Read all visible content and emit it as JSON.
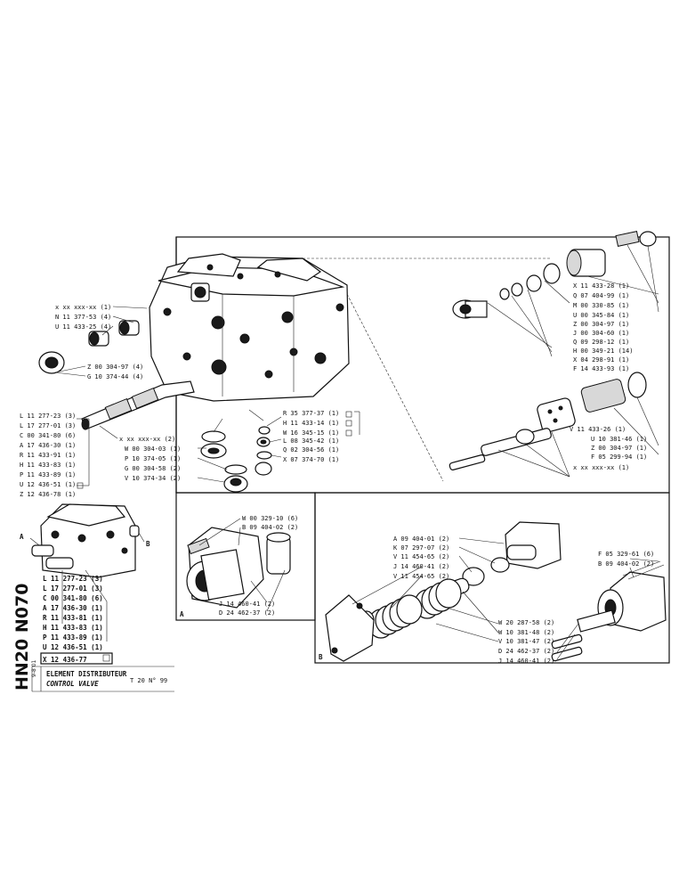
{
  "main_block_labels": [
    "x xx xxx-xx (1)",
    "N 11 377-53 (4)",
    "U 11 433-25 (4)",
    "Z 00 304-97 (4)",
    "G 10 374-44 (4)"
  ],
  "top_right_labels": [
    "X 11 433-28 (1)",
    "Q 07 404-99 (1)",
    "M 00 330-85 (1)",
    "U 00 345-84 (1)",
    "Z 00 304-97 (1)",
    "J 00 304-60 (1)",
    "Q 09 298-12 (1)",
    "H 00 349-21 (14)",
    "X 04 298-91 (1)",
    "F 14 433-93 (1)"
  ],
  "mid_right_labels": [
    "V 11 433-26 (1)",
    "U 10 381-46 (1)",
    "Z 00 304-97 (1)",
    "F 05 299-94 (1)",
    "x xx xxx-xx (1)"
  ],
  "left_list_labels": [
    "L 11 277-23 (3)",
    "L 17 277-01 (3)",
    "C 00 341-80 (6)",
    "A 17 436-30 (1)",
    "R 11 433-91 (1)",
    "H 11 433-83 (1)",
    "P 11 433-89 (1)",
    "U 12 436-51 (1)",
    "Z 12 436-78 (1)"
  ],
  "spool_label": "x xx xxx-xx (2)",
  "center_left_labels": [
    "W 00 304-03 (1)",
    "P 10 374-05 (1)",
    "G 00 304-58 (2)",
    "V 10 374-34 (2)"
  ],
  "center_right_labels": [
    "R 35 377-37 (1)",
    "H 11 433-14 (1)",
    "W 16 345-15 (1)",
    "L 08 345-42 (1)",
    "Q 02 304-56 (1)",
    "X 07 374-70 (1)"
  ],
  "small_view_labels": [
    "L 11 277-23 (3)",
    "L 17 277-01 (3)",
    "C 00 341-80 (6)",
    "A 17 436-30 (1)",
    "R 11 433-81 (1)",
    "H 11 433-83 (1)",
    "P 11 433-89 (1)",
    "U 12 436-51 (1)"
  ],
  "small_view_boxed": "X 12 436-77",
  "view_markers": [
    "A",
    "B"
  ],
  "side_code": "HN20 N070",
  "side_small_code": "9-8 01",
  "title_fr": "ELEMENT DISTRIBUTEUR",
  "title_en": "CONTROL VALVE",
  "ref": "T 20  N°  99",
  "panel_a_labels_top": [
    "W 00 329-10 (6)",
    "B 09 404-02 (2)"
  ],
  "panel_a_labels_bottom": [
    "J 14 460-41 (2)",
    "D 24 462-37 (2)"
  ],
  "panel_a_tag": "A",
  "panel_b_labels_left": [
    "A 09 404-01 (2)",
    "K 07 297-07 (2)",
    "V 11 454-65 (2)",
    "J 14 460-41 (2)",
    "V 11 454-65 (2)"
  ],
  "panel_b_labels_right": [
    "F 05 329-61 (6)",
    "B 09 404-02 (2)"
  ],
  "panel_b_labels_bottom": [
    "W 20 287-58 (2)",
    "W 10 381-48 (2)",
    "V 10 381-47 (2)",
    "D 24 462-37 (2)",
    "J 14 460-41 (2)"
  ],
  "panel_b_tag": "B"
}
